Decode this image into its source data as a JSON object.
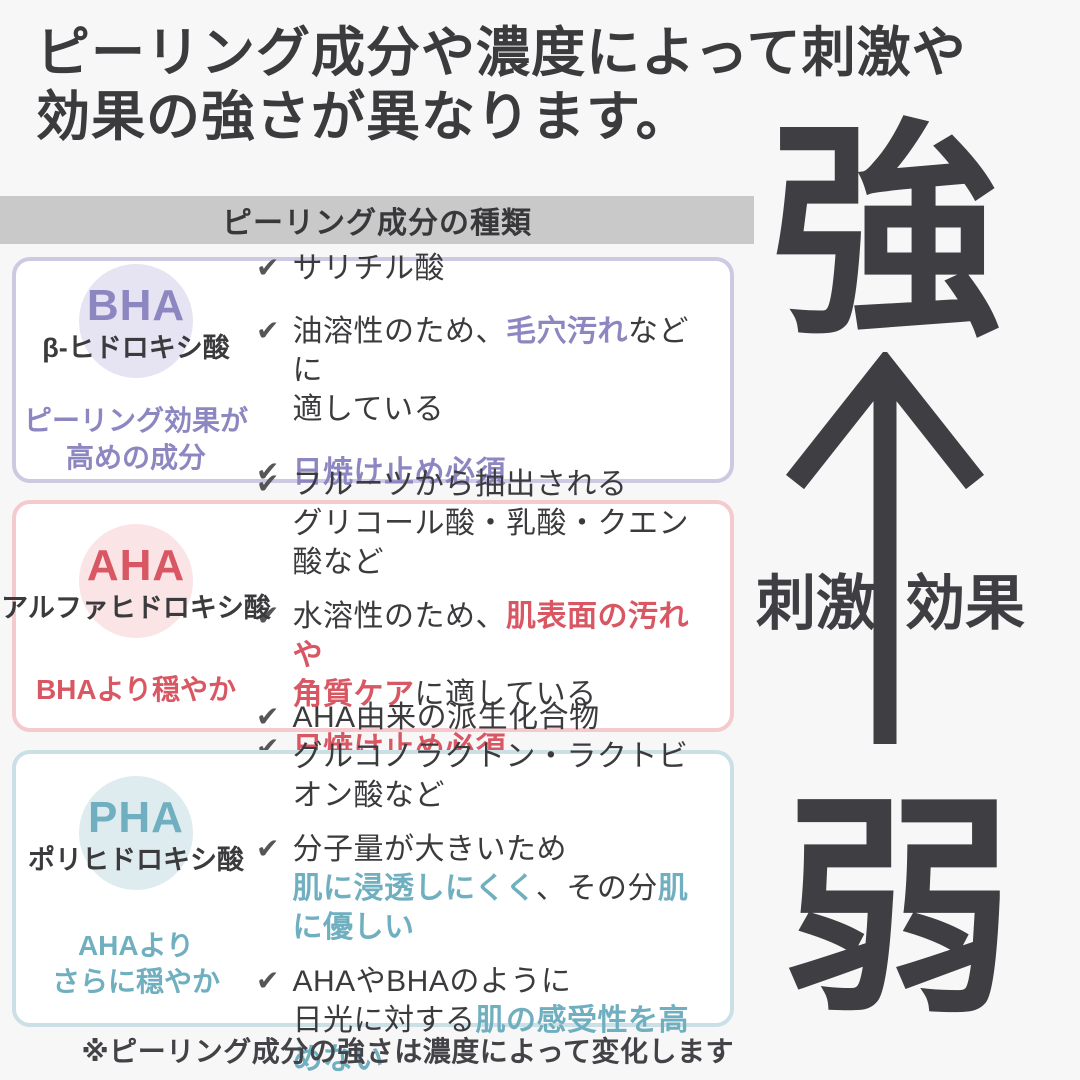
{
  "page": {
    "title": "ピーリング成分や濃度によって刺激や\n効果の強さが異なります。",
    "section_header": "ピーリング成分の種類",
    "footnote": "※ピーリング成分の強さは濃度によって変化します"
  },
  "scale": {
    "strong": "強",
    "weak": "弱",
    "left_label": "刺激",
    "right_label": "効果"
  },
  "icons": {
    "check": "✔"
  },
  "colors": {
    "background": "#f7f7f8",
    "text_dark": "#3b3b3e",
    "section_bar": "#c9c9c9",
    "arrow": "#3f3f43",
    "check_mark": "#565656"
  },
  "cards": [
    {
      "id": "bha",
      "abbr": "BHA",
      "full_name": "β-ヒドロキシ酸",
      "tagline": "ピーリング効果が\n高めの成分",
      "accent_color": "#8d87c1",
      "circle_color": "#e6e4f2",
      "border_color": "#cdc9e3",
      "items": [
        {
          "segments": [
            {
              "t": "サリチル酸"
            }
          ]
        },
        {
          "segments": [
            {
              "t": "油溶性のため、"
            },
            {
              "t": "毛穴汚れ",
              "em": true
            },
            {
              "t": "などに\n適している"
            }
          ]
        },
        {
          "segments": [
            {
              "t": "日焼け止め必須",
              "em": true
            }
          ]
        }
      ]
    },
    {
      "id": "aha",
      "abbr": "AHA",
      "full_name": "アルファヒドロキシ酸",
      "tagline": "BHAより穏やか",
      "accent_color": "#d85763",
      "circle_color": "#fae4e6",
      "border_color": "#f4cace",
      "items": [
        {
          "segments": [
            {
              "t": "フルーツから抽出される\nグリコール酸・乳酸・クエン酸など"
            }
          ]
        },
        {
          "segments": [
            {
              "t": "水溶性のため、"
            },
            {
              "t": "肌表面の汚れや\n角質ケア",
              "em": true
            },
            {
              "t": "に適している"
            }
          ]
        },
        {
          "segments": [
            {
              "t": "日焼け止め必須",
              "em": true
            }
          ]
        }
      ]
    },
    {
      "id": "pha",
      "abbr": "PHA",
      "full_name": "ポリヒドロキシ酸",
      "tagline": "AHAより\nさらに穏やか",
      "accent_color": "#6fafc0",
      "circle_color": "#dfecef",
      "border_color": "#cbe0e6",
      "items": [
        {
          "segments": [
            {
              "t": "AHA由来の派生化合物\nグルコノラクトン・ラクトビオン酸など"
            }
          ]
        },
        {
          "segments": [
            {
              "t": "分子量が大きいため\n"
            },
            {
              "t": "肌に浸透しにくく",
              "em": true
            },
            {
              "t": "、その分"
            },
            {
              "t": "肌に優しい",
              "em": true
            }
          ]
        },
        {
          "segments": [
            {
              "t": "AHAやBHAのように\n日光に対する"
            },
            {
              "t": "肌の感受性を高めない",
              "em": true
            }
          ]
        }
      ]
    }
  ]
}
